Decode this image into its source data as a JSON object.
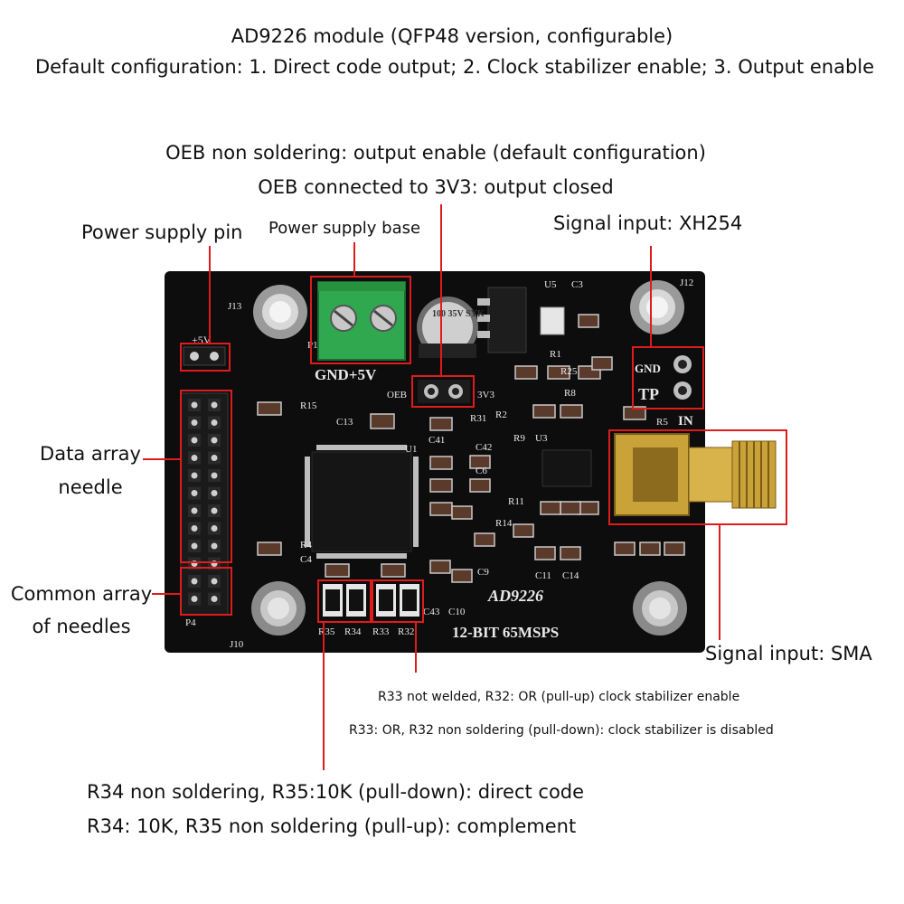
{
  "header": {
    "title": "AD9226 module (QFP48 version, configurable)",
    "subtitle": "Default configuration: 1. Direct code output; 2. Clock stabilizer enable; 3. Output enable"
  },
  "oeb": {
    "line1": "OEB non soldering: output enable (default configuration)",
    "line2": "OEB connected to 3V3: output closed"
  },
  "labels": {
    "power_pin": "Power supply pin",
    "power_base": "Power supply base",
    "signal_xh254": "Signal input: XH254",
    "data_array_1": "Data array",
    "data_array_2": "needle",
    "common_array_1": "Common array",
    "common_array_2": "of needles",
    "signal_sma": "Signal input: SMA"
  },
  "resistor_notes": {
    "r33_line1": "R33 not welded, R32: OR (pull-up) clock stabilizer enable",
    "r33_line2": "R33: OR, R32 non soldering (pull-down): clock stabilizer is disabled",
    "r34_line1": "R34 non soldering, R35:10K (pull-down): direct code",
    "r34_line2": "R34: 10K, R35 non soldering (pull-up): complement"
  },
  "silkscreen": {
    "chip_name": "AD9226",
    "spec": "12-BIT 65MSPS",
    "gnd_5v": "GND+5V",
    "plus5v": "+5V",
    "oeb": "OEB",
    "v3v3": "3V3",
    "gnd": "GND",
    "tp": "TP",
    "in": "IN",
    "cap": "100 35V SYK",
    "u5": "U5",
    "c3": "C3",
    "j12": "J12",
    "j13": "J13",
    "j10": "J10",
    "p1": "P1",
    "p4": "P4",
    "r15": "R15",
    "c13": "C13",
    "u1": "U1",
    "r31": "R31",
    "c41": "C41",
    "c42": "C42",
    "c6": "C6",
    "r2": "R2",
    "r9": "R9",
    "u3": "U3",
    "r11": "R11",
    "r14": "R14",
    "c11": "C11",
    "c14": "C14",
    "c9": "C9",
    "c43": "C43",
    "c10": "C10",
    "r4": "R4",
    "c4": "C4",
    "r35": "R35",
    "r34": "R34",
    "r33": "R33",
    "r32": "R32",
    "r1": "R1",
    "r25": "R25",
    "r8": "R8",
    "r5": "R5"
  },
  "colors": {
    "pcb": "#0d0d0d",
    "highlight": "#e01b1b",
    "terminal": "#2fa84f",
    "sma_gold": "#c9a23a"
  }
}
